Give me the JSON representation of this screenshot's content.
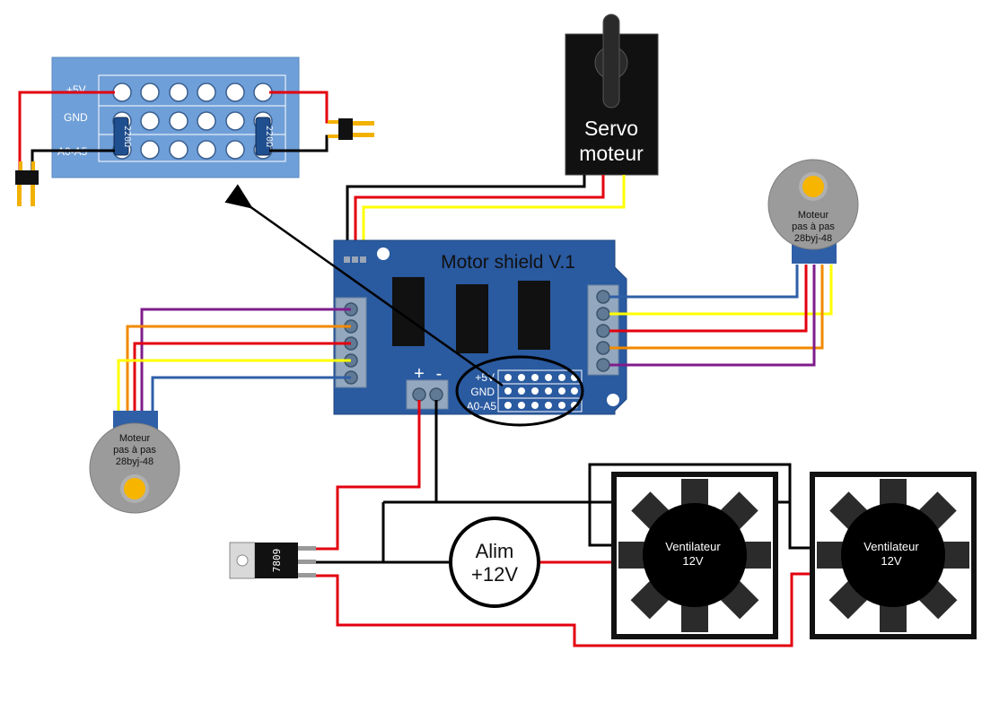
{
  "header_board": {
    "row_labels": [
      "+5V",
      "GND",
      "A0-A5"
    ],
    "resistor_left": "220Ω",
    "resistor_right": "220Ω"
  },
  "servo": {
    "line1": "Servo",
    "line2": "moteur"
  },
  "shield": {
    "title": "Motor shield V.1",
    "plus": "+",
    "minus": "-",
    "header_labels": [
      "+5V",
      "GND",
      "A0-A5"
    ]
  },
  "stepper_right": {
    "line1": "Moteur",
    "line2": "pas à pas",
    "line3": "28byj-48"
  },
  "stepper_left": {
    "line1": "Moteur",
    "line2": "pas à pas",
    "line3": "28byj-48"
  },
  "regulator": {
    "label": "7809"
  },
  "power": {
    "line1": "Alim",
    "line2": "+12V"
  },
  "fan1": {
    "line1": "Ventilateur",
    "line2": "12V"
  },
  "fan2": {
    "line1": "Ventilateur",
    "line2": "12V"
  },
  "colors": {
    "red": "#e3000f",
    "black": "#000000",
    "yellow": "#ffff00",
    "orange": "#f18a00",
    "purple": "#7f1d8b",
    "blue": "#2f5fa7",
    "shield": "#2a5aa0",
    "header_board": "#6f9fd8",
    "connector": "#f2b100"
  }
}
